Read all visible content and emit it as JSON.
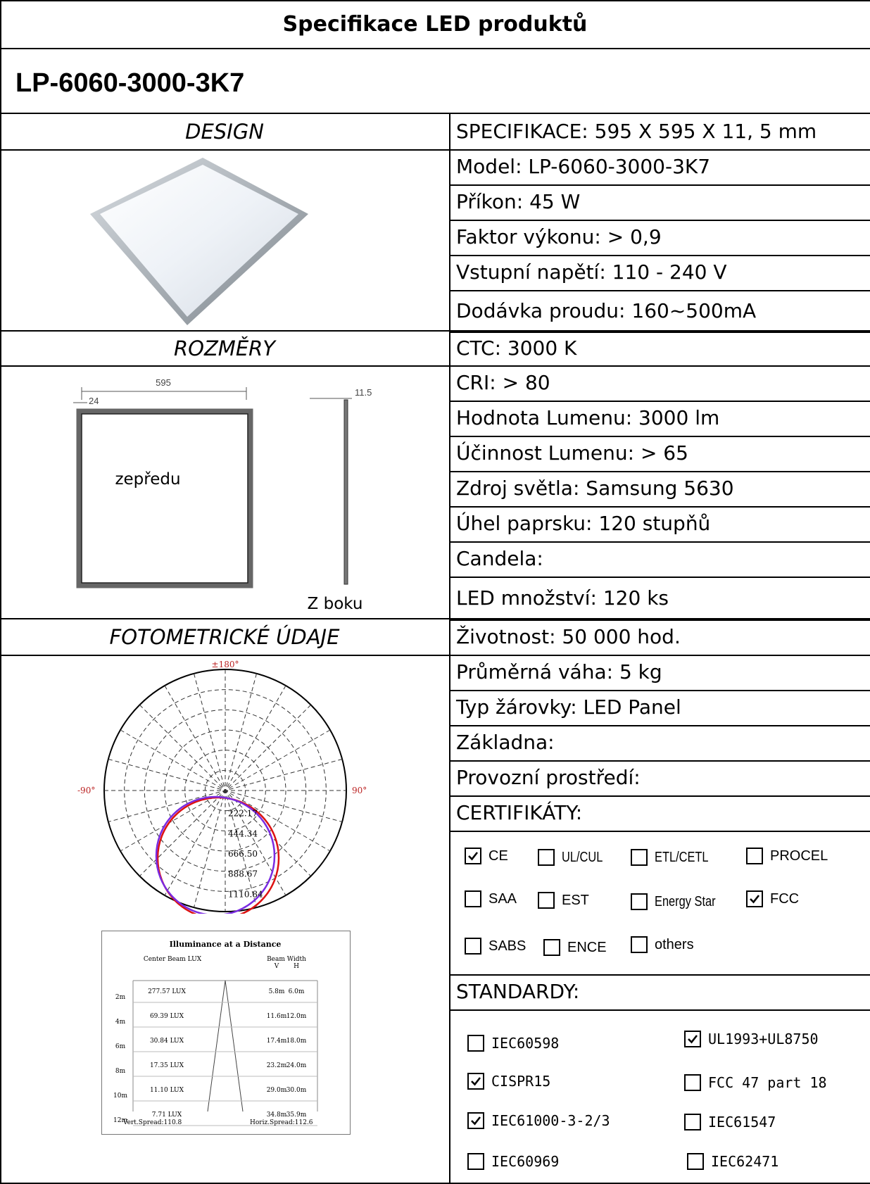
{
  "title": "Specifikace LED produktů",
  "model_code": "LP-6060-3000-3K7",
  "sections": {
    "design": "DESIGN",
    "dimensions": "ROZMĚRY",
    "photometric": "FOTOMETRICKÉ ÚDAJE"
  },
  "specs": [
    "SPECIFIKACE: 595 X 595 X 11, 5 mm",
    "Model: LP-6060-3000-3K7",
    "Příkon: 45 W",
    "Faktor výkonu: > 0,9",
    "Vstupní napětí: 110 - 240 V",
    "Dodávka proudu: 160~500mA",
    "CTC: 3000 K",
    "CRI: > 80",
    "Hodnota Lumenu: 3000 lm",
    "Účinnost Lumenu: > 65",
    "Zdroj světla: Samsung 5630",
    "Úhel paprsku: 120 stupňů",
    "Candela:",
    "LED množství: 120 ks",
    "Životnost: 50 000 hod.",
    "Průměrná váha: 5 kg",
    "Typ žárovky: LED Panel",
    "Základna:",
    "Provozní prostředí:"
  ],
  "certificates_heading": "CERTIFIKÁTY:",
  "certificates": [
    {
      "label": "CE",
      "checked": true
    },
    {
      "label": "UL/CUL",
      "checked": false
    },
    {
      "label": "ETL/CETL",
      "checked": false
    },
    {
      "label": "PROCEL",
      "checked": false
    },
    {
      "label": "SAA",
      "checked": false
    },
    {
      "label": "EST",
      "checked": false
    },
    {
      "label": "Energy Star",
      "checked": false
    },
    {
      "label": "FCC",
      "checked": true
    },
    {
      "label": "SABS",
      "checked": false
    },
    {
      "label": "ENCE",
      "checked": false
    },
    {
      "label": "others",
      "checked": false
    }
  ],
  "standards_heading": "STANDARDY:",
  "standards": [
    {
      "label": "IEC60598",
      "checked": false
    },
    {
      "label": "UL1993+UL8750",
      "checked": true
    },
    {
      "label": "CISPR15",
      "checked": true
    },
    {
      "label": "FCC 47 part 18",
      "checked": false
    },
    {
      "label": "IEC61000-3-2/3",
      "checked": true
    },
    {
      "label": "IEC61547",
      "checked": false
    },
    {
      "label": "IEC60969",
      "checked": false
    },
    {
      "label": "IEC62471",
      "checked": false
    }
  ],
  "dimension_drawing": {
    "width_label": "595",
    "frame_label": "24",
    "thickness_label": "11.5",
    "front_label": "zepředu",
    "side_label": "Z boku"
  },
  "polar": {
    "top_label": "±180°",
    "left_label": "-90°",
    "right_label": "90°",
    "rings": [
      "222.17",
      "444.34",
      "666.50",
      "888.67",
      "1110.84"
    ]
  },
  "illuminance": {
    "title": "Illuminance at a Distance",
    "col_center": "Center Beam LUX",
    "col_beam": "Beam Width",
    "col_v": "V",
    "col_h": "H",
    "rows": [
      {
        "dist": "2m",
        "lux": "277.57 LUX",
        "v": "5.8m",
        "h": "6.0m"
      },
      {
        "dist": "4m",
        "lux": "69.39 LUX",
        "v": "11.6m",
        "h": "12.0m"
      },
      {
        "dist": "6m",
        "lux": "30.84 LUX",
        "v": "17.4m",
        "h": "18.0m"
      },
      {
        "dist": "8m",
        "lux": "17.35 LUX",
        "v": "23.2m",
        "h": "24.0m"
      },
      {
        "dist": "10m",
        "lux": "11.10 LUX",
        "v": "29.0m",
        "h": "30.0m"
      },
      {
        "dist": "12m",
        "lux": "7.71 LUX",
        "v": "34.8m",
        "h": "35.9m"
      }
    ],
    "vert_spread": "Vert.Spread:110.8",
    "horiz_spread": "Horiz.Spread:112.6"
  }
}
